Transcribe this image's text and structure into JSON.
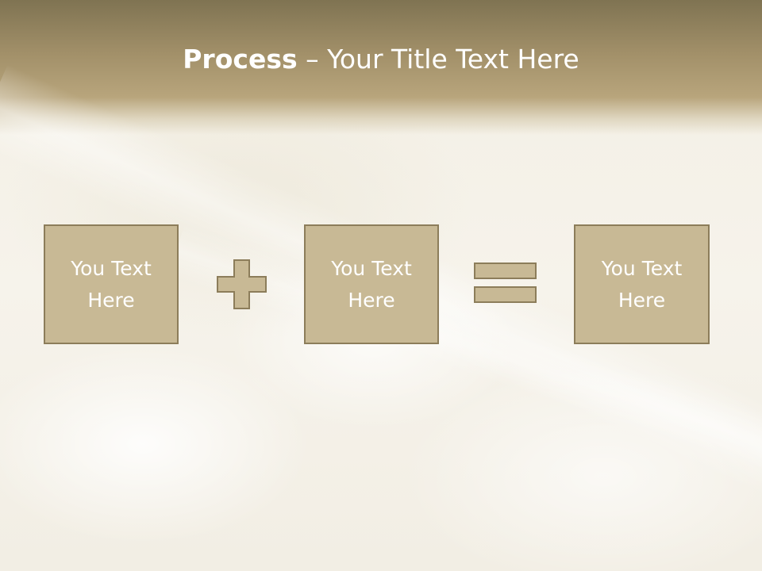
{
  "title": {
    "bold": "Process",
    "rest": " – Your Title Text Here"
  },
  "boxes": [
    {
      "text": "You Text\nHere"
    },
    {
      "text": "You Text\nHere"
    },
    {
      "text": "You Text\nHere"
    }
  ],
  "operators": [
    "plus-icon",
    "equals-icon"
  ],
  "colors": {
    "box_fill": "#c8b995",
    "box_border": "#8c7d5a",
    "band_top": "#7f7352",
    "text": "#ffffff"
  }
}
